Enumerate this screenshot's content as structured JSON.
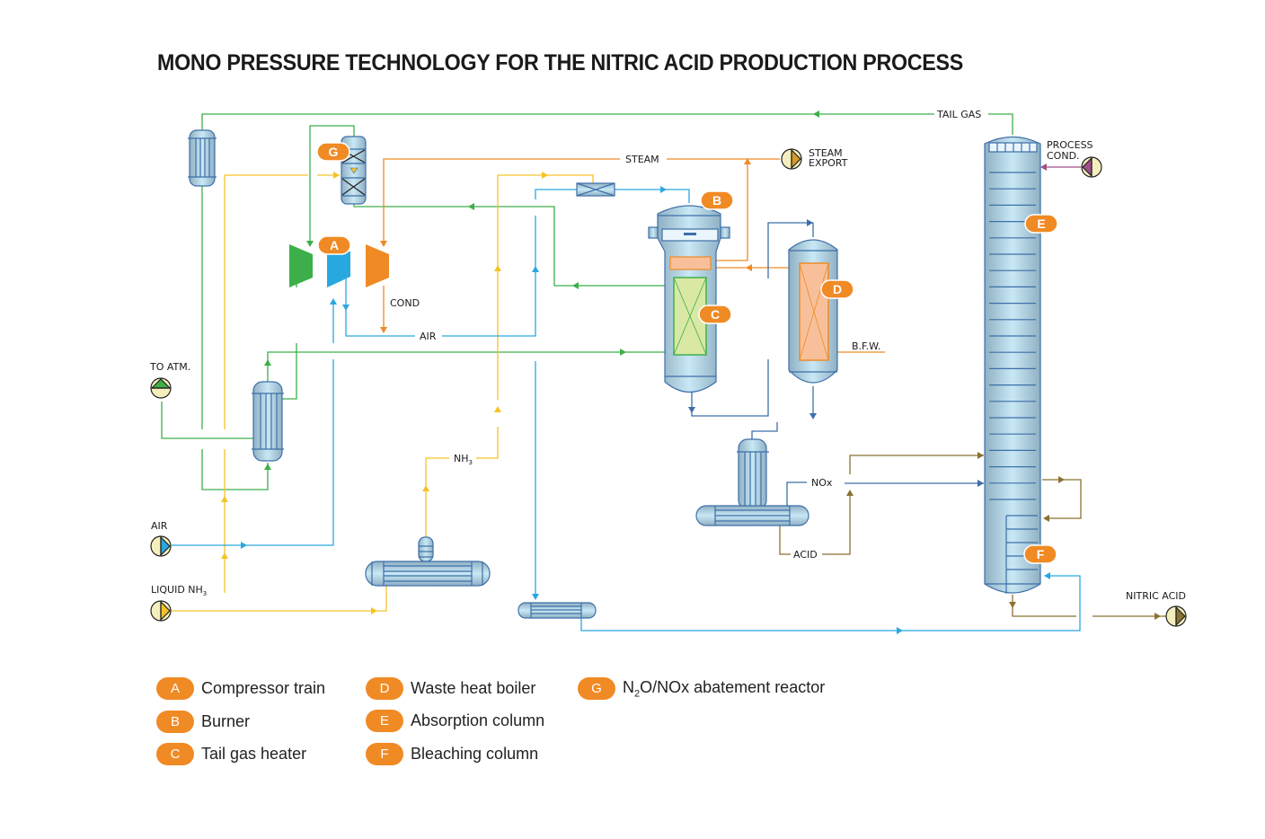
{
  "title": "MONO PRESSURE TECHNOLOGY FOR THE NITRIC ACID PRODUCTION PROCESS",
  "colors": {
    "air": "#29a8e0",
    "tail_gas": "#3daf4a",
    "ammonia": "#f5c327",
    "steam": "#ef8a25",
    "acid": "#8a7230",
    "process_gas": "#3d6fa8",
    "process_cond": "#a0508a",
    "badge": "#f08a24",
    "vessel_stroke": "#3d6fa8"
  },
  "stream_labels": {
    "tail_gas": "TAIL GAS",
    "steam": "STEAM",
    "steam_export_1": "STEAM",
    "steam_export_2": "EXPORT",
    "process_cond_1": "PROCESS",
    "process_cond_2": "COND.",
    "cond": "COND",
    "air_mid": "AIR",
    "to_atm": "TO ATM.",
    "air_in": "AIR",
    "liquid_nh3": "LIQUID NH",
    "liquid_nh3_sub": "3",
    "nh3": "NH",
    "nh3_sub": "3",
    "bfw": "B.F.W.",
    "nox": "NOx",
    "acid": "ACID",
    "nitric_acid": "NITRIC ACID"
  },
  "badges": {
    "A": "A",
    "B": "B",
    "C": "C",
    "D": "D",
    "E": "E",
    "F": "F",
    "G": "G"
  },
  "legend": [
    {
      "letter": "A",
      "label": "Compressor train"
    },
    {
      "letter": "B",
      "label": "Burner"
    },
    {
      "letter": "C",
      "label": "Tail gas heater"
    },
    {
      "letter": "D",
      "label": "Waste heat boiler"
    },
    {
      "letter": "E",
      "label": "Absorption column"
    },
    {
      "letter": "F",
      "label": "Bleaching column"
    },
    {
      "letter": "G",
      "label_pre": "N",
      "label_sub": "2",
      "label_post": "O/NOx abatement reactor"
    }
  ]
}
